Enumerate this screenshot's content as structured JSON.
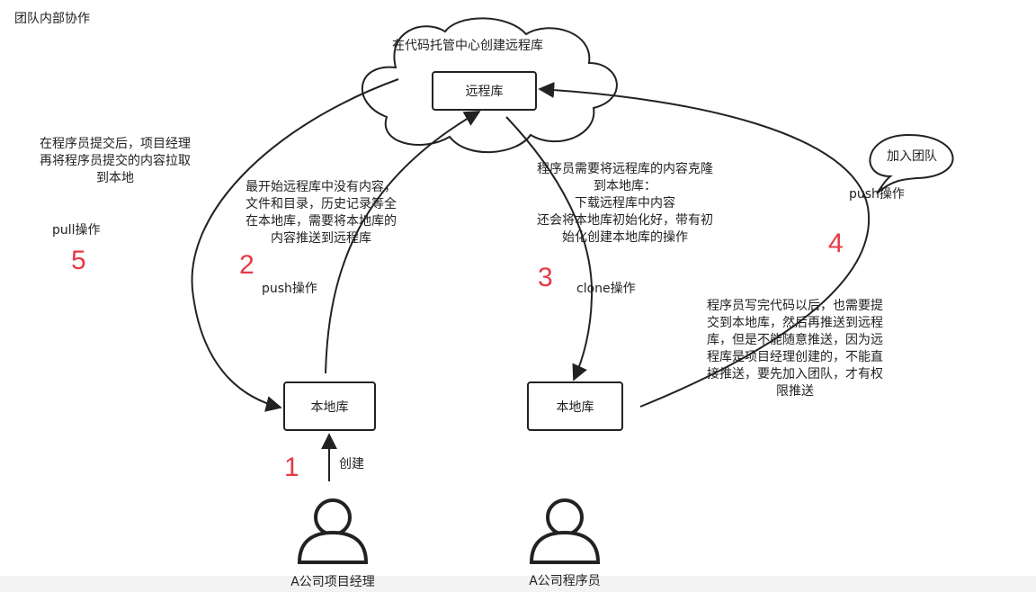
{
  "page_title": "团队内部协作",
  "cloud_label": "在代码托管中心创建远程库",
  "remote_repo": "远程库",
  "local_repo_left": "本地库",
  "local_repo_right": "本地库",
  "join_team": "加入团队",
  "create_label": "创建",
  "actors": {
    "manager": "A公司项目经理",
    "programmer": "A公司程序员"
  },
  "steps": [
    {
      "num": "1",
      "op": "创建"
    },
    {
      "num": "2",
      "op": "push操作",
      "desc": [
        "最开始远程库中没有内容，",
        "文件和目录，历史记录等全",
        "在本地库，需要将本地库的",
        "内容推送到远程库"
      ]
    },
    {
      "num": "3",
      "op": "clone操作",
      "desc": [
        "程序员需要将远程库的内容克隆",
        "到本地库：",
        "下载远程库中内容",
        "还会将本地库初始化好，带有初",
        "始化创建本地库的操作"
      ]
    },
    {
      "num": "4",
      "op": "push操作",
      "desc": [
        "程序员写完代码以后，也需要提",
        "交到本地库，然后再推送到远程",
        "库，但是不能随意推送，因为远",
        "程库是项目经理创建的，不能直",
        "接推送，要先加入团队，才有权",
        "限推送"
      ]
    },
    {
      "num": "5",
      "op": "pull操作",
      "desc": [
        "在程序员提交后，项目经理",
        "再将程序员提交的内容拉取",
        "到本地"
      ]
    }
  ]
}
